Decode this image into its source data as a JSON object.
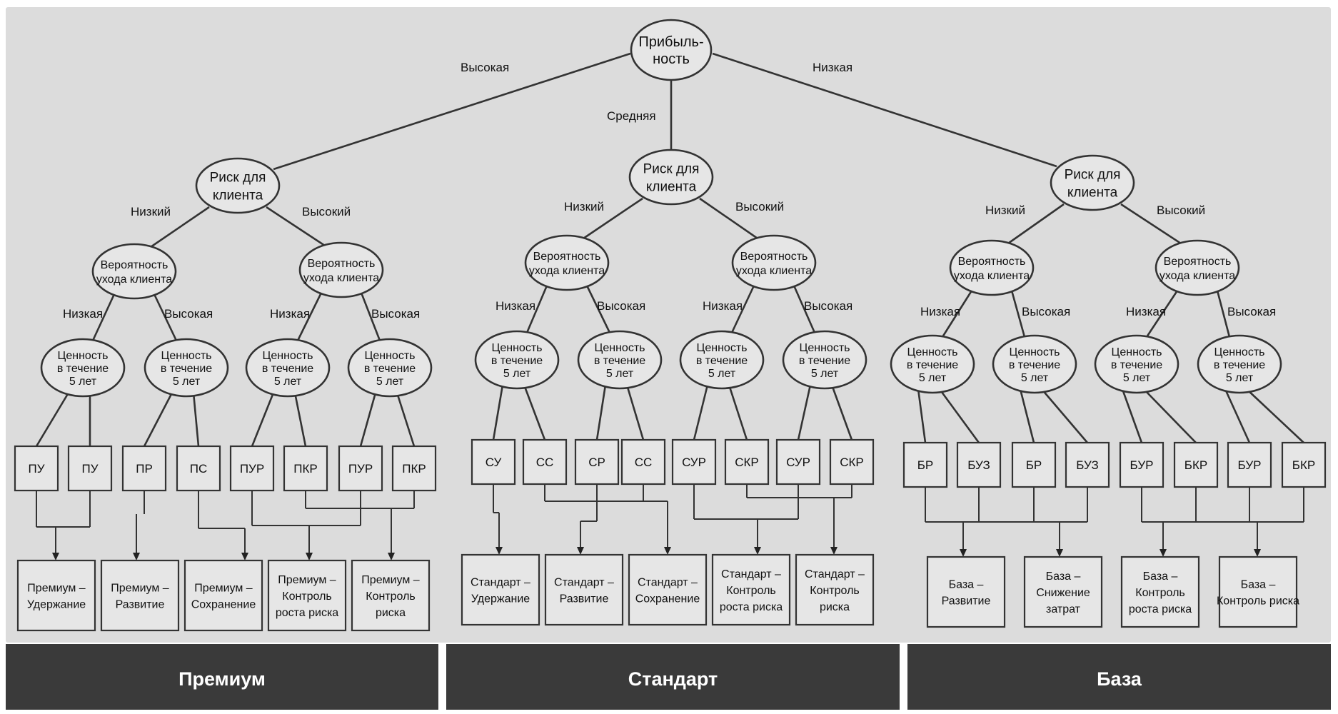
{
  "root": {
    "label": [
      "Прибыль-",
      "ность"
    ]
  },
  "root_edges": [
    "Высокая",
    "Средняя",
    "Низкая"
  ],
  "risk_label": [
    "Риск для",
    "клиента"
  ],
  "risk_edges": [
    "Низкий",
    "Высокий"
  ],
  "churn_label": [
    "Вероятность",
    "ухода клиента"
  ],
  "churn_edges": [
    "Низкая",
    "Высокая"
  ],
  "value_label": [
    "Ценность",
    "в течение",
    "5 лет"
  ],
  "leaves": [
    "ПУ",
    "ПУ",
    "ПР",
    "ПС",
    "ПУР",
    "ПКР",
    "ПУР",
    "ПКР",
    "СУ",
    "СС",
    "СР",
    "СС",
    "СУР",
    "СКР",
    "СУР",
    "СКР",
    "БР",
    "БУЗ",
    "БР",
    "БУЗ",
    "БУР",
    "БКР",
    "БУР",
    "БКР"
  ],
  "outcomes": [
    [
      "Премиум –",
      "Удержание"
    ],
    [
      "Премиум –",
      "Развитие"
    ],
    [
      "Премиум –",
      "Сохранение"
    ],
    [
      "Премиум –",
      "Контроль",
      "роста риска"
    ],
    [
      "Премиум –",
      "Контроль",
      "риска"
    ],
    [
      "Стандарт –",
      "Удержание"
    ],
    [
      "Стандарт –",
      "Развитие"
    ],
    [
      "Стандарт –",
      "Сохранение"
    ],
    [
      "Стандарт –",
      "Контроль",
      "роста риска"
    ],
    [
      "Стандарт –",
      "Контроль",
      "риска"
    ],
    [
      "База –",
      "Развитие"
    ],
    [
      "База –",
      "Снижение",
      "затрат"
    ],
    [
      "База –",
      "Контроль",
      "роста риска"
    ],
    [
      "База –",
      "Контроль риска"
    ]
  ],
  "bands": [
    "Премиум",
    "Стандарт",
    "База"
  ],
  "colors": {
    "panel": "#dcdcdc",
    "node_fill": "#e6e6e6",
    "line": "#333333",
    "band": "#3a3a3a"
  }
}
